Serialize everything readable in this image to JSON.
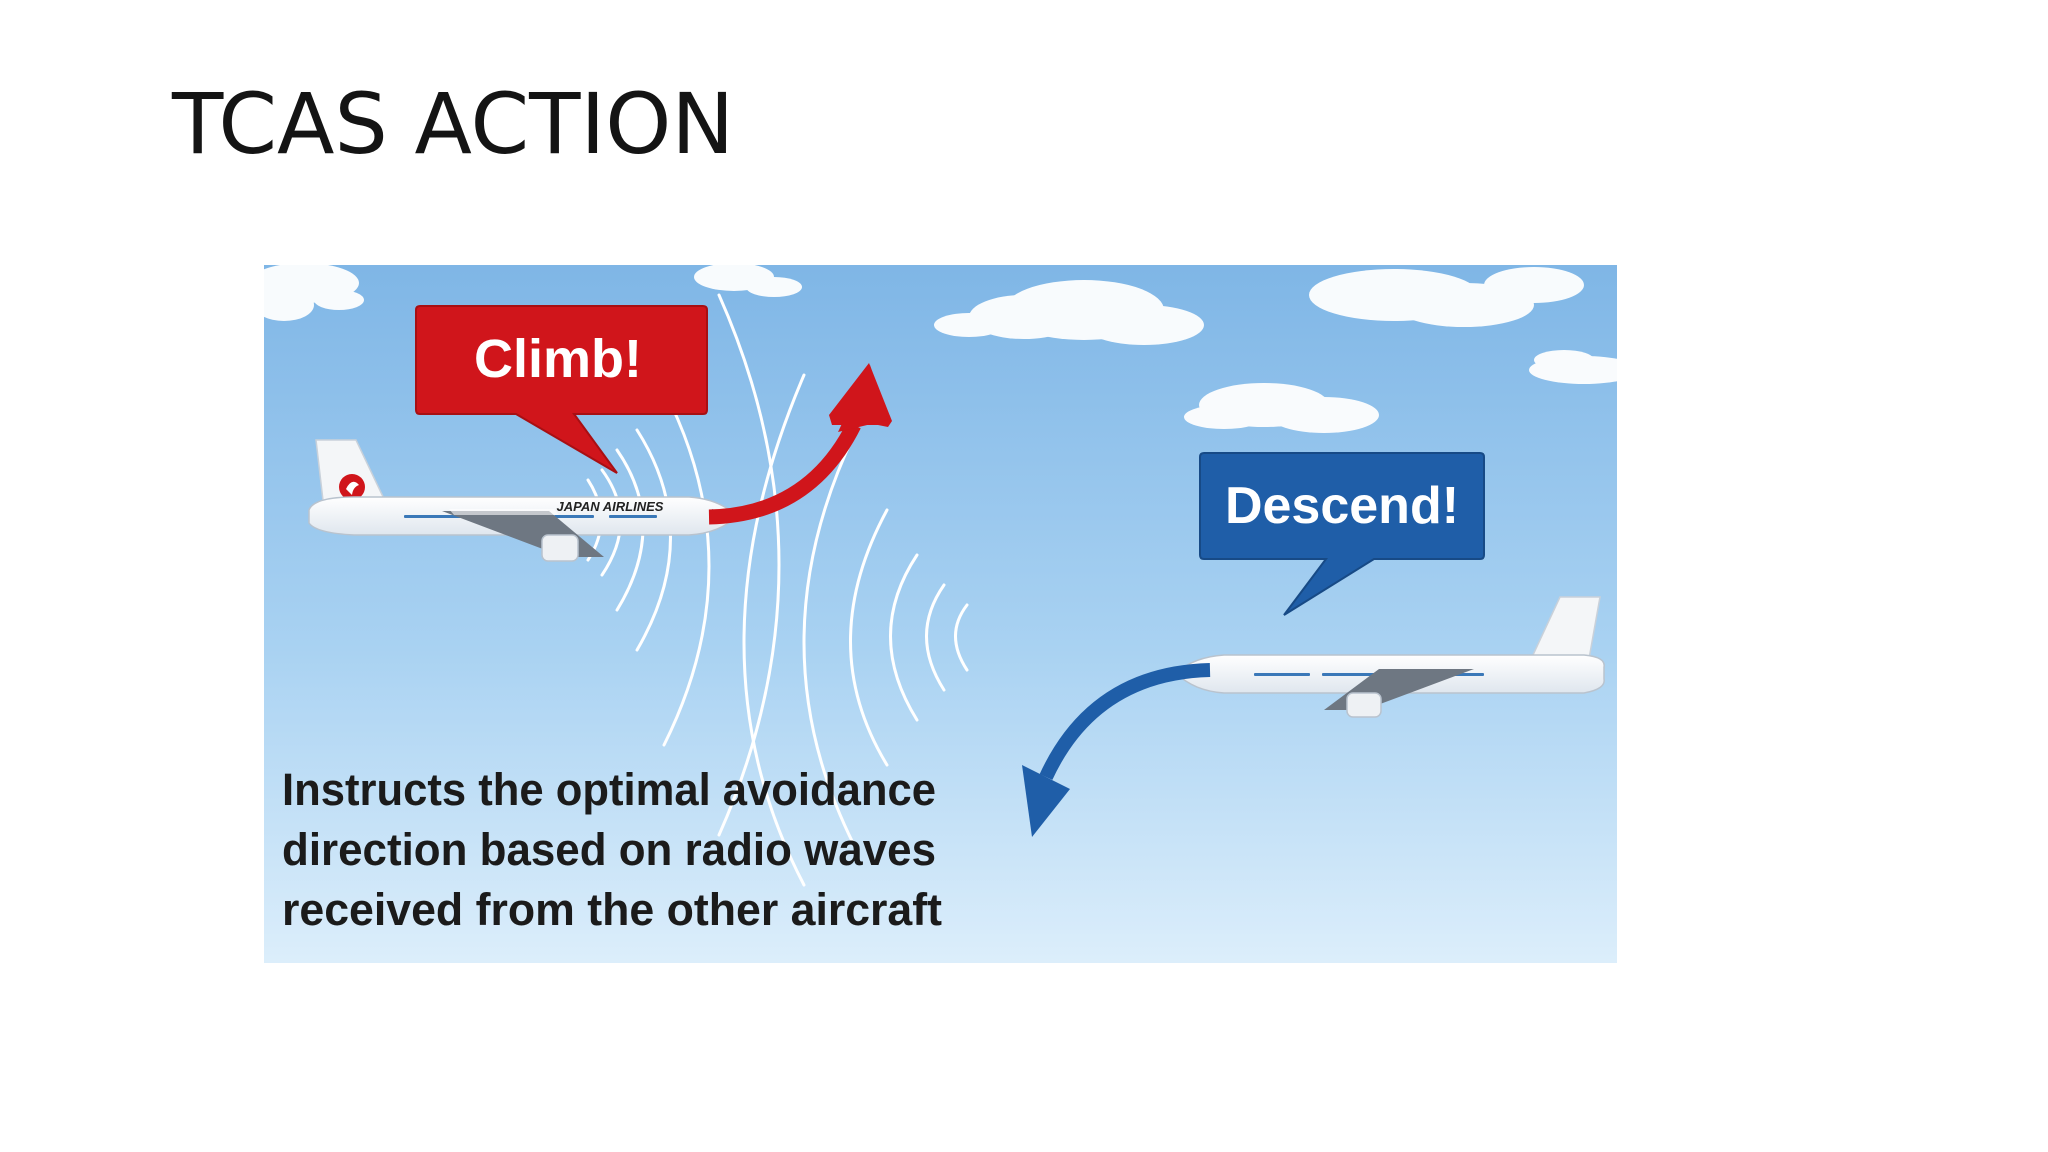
{
  "slide": {
    "title": "TCAS ACTION"
  },
  "diagram": {
    "upper_aircraft": {
      "instruction": "Climb!",
      "livery": "JAPAN AIRLINES",
      "bubble_color": "#d0151b",
      "arrow_color": "#d0151b",
      "arrow_direction": "up"
    },
    "lower_aircraft": {
      "instruction": "Descend!",
      "bubble_color": "#1f5ea8",
      "arrow_color": "#1f5ea8",
      "arrow_direction": "down"
    },
    "caption": {
      "line1": "Instructs the optimal avoidance",
      "line2": "direction based on radio waves",
      "line3": "received from the other aircraft"
    },
    "colors": {
      "sky_top": "#7fb6e6",
      "sky_bottom": "#dceefb",
      "radio_waves": "#ffffff"
    }
  }
}
